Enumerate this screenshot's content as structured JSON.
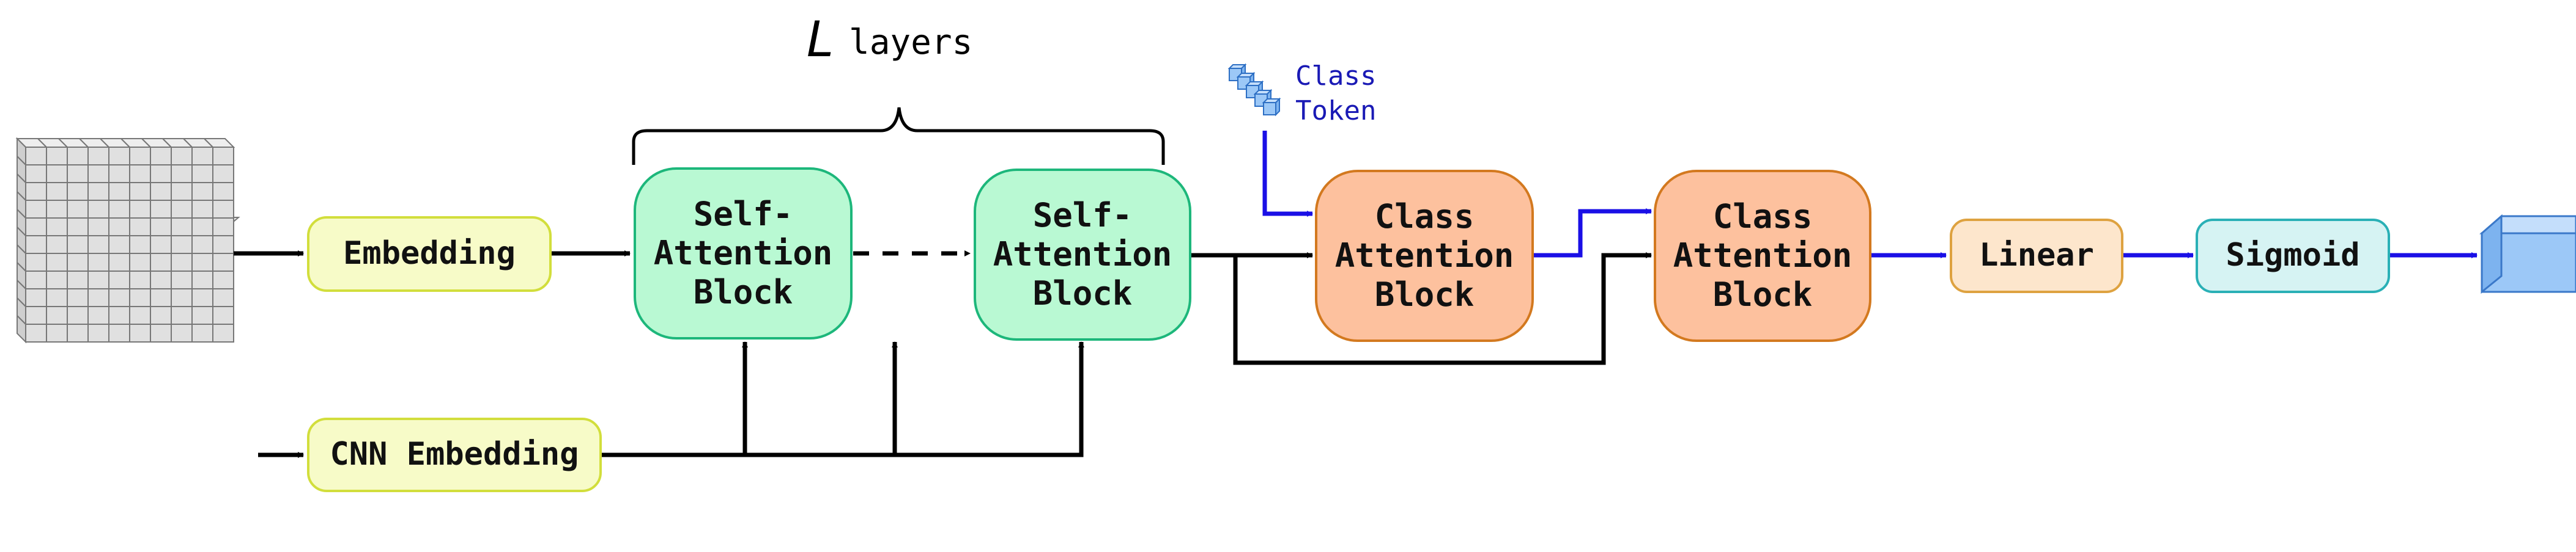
{
  "diagram": {
    "brace_label_var": "L",
    "brace_label_text": "layers",
    "class_token_label": "Class\nToken",
    "nodes": {
      "embedding": "Embedding",
      "cnn_embedding": "CNN Embedding",
      "sab_1": "Self-\nAttention\nBlock",
      "sab_2": "Self-\nAttention\nBlock",
      "cab_1": "Class\nAttention\nBlock",
      "cab_2": "Class\nAttention\nBlock",
      "linear": "Linear",
      "sigmoid": "Sigmoid"
    },
    "colors": {
      "main_arrow": "#000000",
      "class_arrow": "#1a0fe6",
      "class_token_text": "#1a1ab5",
      "cube_fill": "#e3e3e3",
      "output_cube": "#9cc8f7"
    }
  }
}
